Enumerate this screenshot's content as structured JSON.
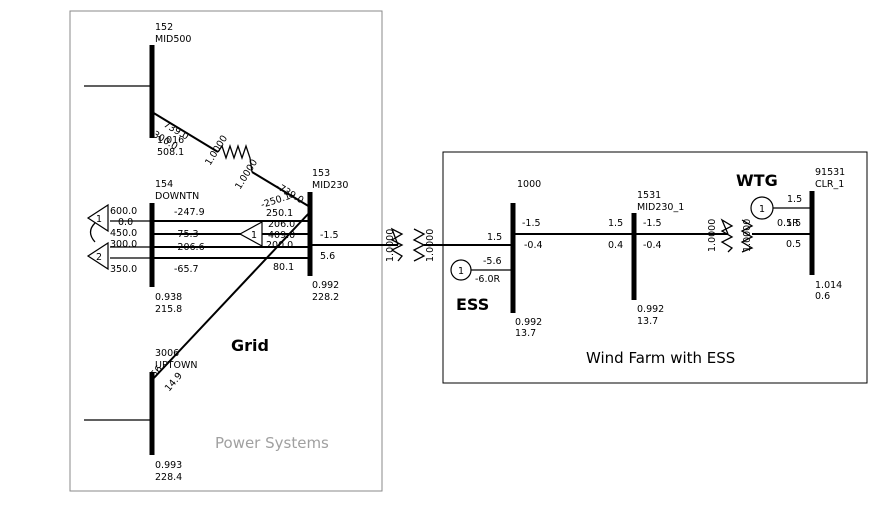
{
  "areas": {
    "grid_title": "Grid",
    "power_systems": "Power Systems",
    "wind_title": "Wind Farm with ESS",
    "ess": "ESS",
    "wtg": "WTG"
  },
  "buses": {
    "b152": {
      "num": "152",
      "name": "MID500",
      "pu": "1.016",
      "kv": "508.1"
    },
    "b154": {
      "num": "154",
      "name": "DOWNTN",
      "pu": "0.938",
      "kv": "215.8"
    },
    "b153": {
      "num": "153",
      "name": "MID230",
      "pu": "0.992",
      "kv": "228.2"
    },
    "b3006": {
      "num": "3006",
      "name": "UPTOWN",
      "pu": "0.993",
      "kv": "228.4"
    },
    "b1000": {
      "num": "1000",
      "pu": "0.992",
      "kv": "13.7"
    },
    "b1531": {
      "num": "1531",
      "name": "MID230_1",
      "pu": "0.992",
      "kv": "13.7"
    },
    "b91531": {
      "num": "91531",
      "name": "CLR_1",
      "pu": "1.014",
      "kv": "0.6"
    }
  },
  "flows": {
    "f152_to_153_p": "739.0",
    "f152_to_153_q": "300.0",
    "f152_tap1": "1.0000",
    "f152_tap2": "1.0000",
    "f153_from_152_p": "-739.0",
    "f154_row1": "-247.9",
    "f154_row2": "-75.3",
    "f154_row3": "-206.6",
    "f154_row4": "-65.7",
    "f154_load_p1": "600.0",
    "f154_load_q1": "0.0",
    "f154_load_p2": "450.0",
    "f154_load_q2": "300.0",
    "f154_load_q3": "350.0",
    "f153_a": "-250.1",
    "f153_b": "250.1",
    "f153_c": "206.0",
    "f153_d": "409.0",
    "f153_e": "200.0",
    "f153_f": "80.1",
    "f153_out_p": "-1.5",
    "f153_out_q": "5.6",
    "f3006_a": "56",
    "f3006_b": "14.9",
    "tx1_ratio_a": "1.0000",
    "tx1_ratio_b": "1.0000",
    "f1000_in_p": "1.5",
    "f1000_out_p": "-1.5",
    "f1000_out_q": "-0.4",
    "ess_p": "-5.6",
    "ess_q": "-6.0R",
    "f1531_in_p": "1.5",
    "f1531_in_q": "0.4",
    "f1531_out_p": "-1.5",
    "f1531_out_q": "-0.4",
    "tx2_ratio_a": "1.0000",
    "tx2_ratio_b": "1.0000",
    "wtg_p": "1.5",
    "wtg_q": "0.5R",
    "f91531_in_p": "1.5",
    "f91531_in_q": "0.5"
  },
  "machine_ids": {
    "gen_ess": "1",
    "gen_wtg": "1",
    "load_154_a": "1",
    "load_154_b": "2",
    "load_153": "1"
  }
}
